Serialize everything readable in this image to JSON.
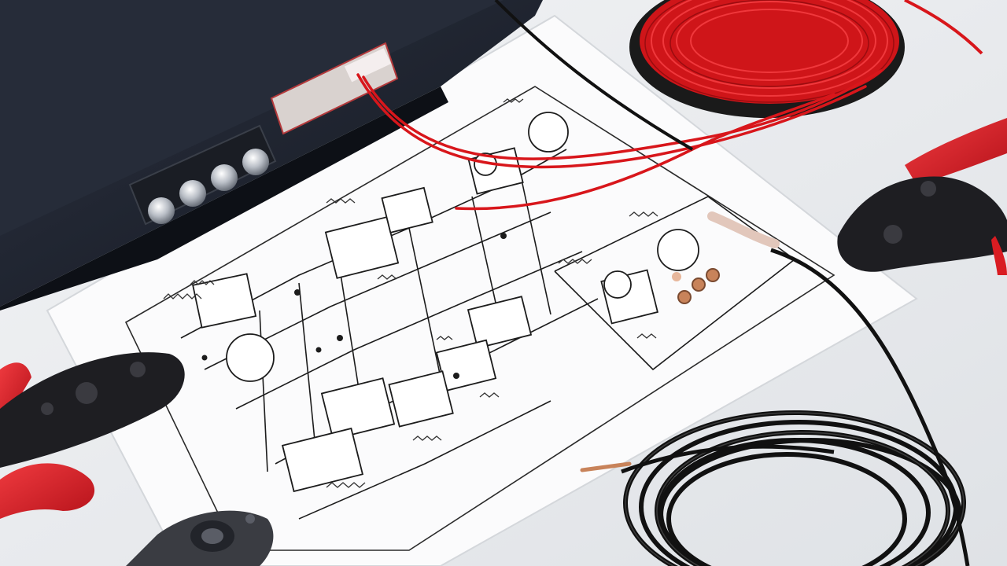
{
  "scene": {
    "colors": {
      "background": "#e9ebee",
      "paper": "#fbfbfc",
      "ink": "#1c1c1c",
      "amplifier": "#1f2430",
      "red_wire": "#d8161b",
      "black_wire": "#111111",
      "tool_red": "#d91c22",
      "tool_black": "#1e1e22",
      "copper": "#c8835a"
    },
    "objects": [
      "amplifier",
      "red-wire-spool",
      "black-wire-coil",
      "wiring-diagram-sheet",
      "crimping-tool-right",
      "crimping-tool-left",
      "grommet-part"
    ]
  }
}
